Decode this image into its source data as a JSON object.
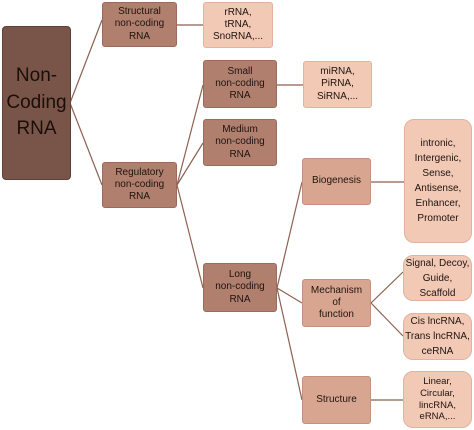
{
  "diagram": {
    "root": {
      "label": "Non-\nCoding\nRNA"
    },
    "structural": {
      "label": "Structural\nnon-coding RNA",
      "examples": "rRNA,\ntRNA,\nSnoRNA,..."
    },
    "regulatory": {
      "label": "Regulatory\nnon-coding RNA",
      "small": {
        "label": "Small\nnon-coding RNA",
        "examples": "miRNA,\nPiRNA,\nSiRNA,..."
      },
      "medium": {
        "label": "Medium\nnon-coding RNA"
      },
      "long": {
        "label": "Long\nnon-coding RNA",
        "biogenesis": {
          "label": "Biogenesis",
          "examples": "intronic,\nIntergenic,\nSense,\nAntisense,\nEnhancer,\nPromoter"
        },
        "mechanism": {
          "label": "Mechanism\nof\nfunction",
          "examples_a": "Signal, Decoy,\nGuide, Scaffold",
          "examples_b": "Cis lncRNA,\nTrans lncRNA,\nceRNA"
        },
        "structure": {
          "label": "Structure",
          "examples": "Linear,\nCircular,\nlincRNA,\neRNA,..."
        }
      }
    }
  }
}
